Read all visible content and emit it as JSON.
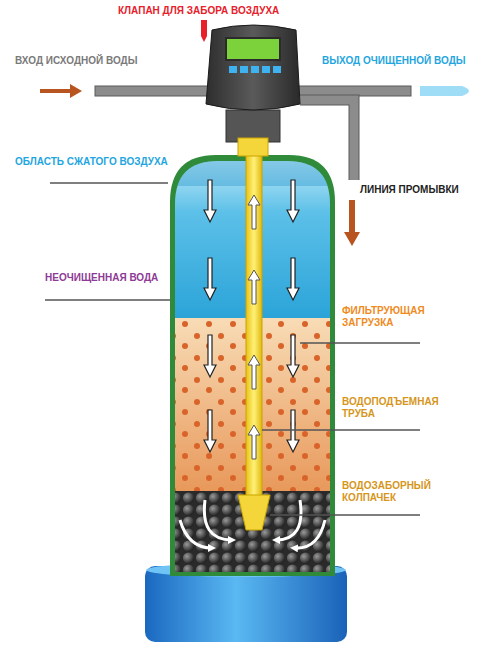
{
  "diagram": {
    "labels": [
      "КЛАПАН ДЛЯ ЗАБОРА ВОЗДУХА",
      "ВХОД ИСХОДНОЙ ВОДЫ",
      "ВЫХОД ОЧИЩЕННОЙ ВОДЫ",
      "ОБЛАСТЬ СЖАТОГО ВОЗДУХА",
      "ЛИНИЯ ПРОМЫВКИ",
      "НЕОЧИЩЕННАЯ ВОДА",
      "ФИЛЬТРУЮЩАЯ ЗАГРУЗКА",
      "ВОДОПОДЪЕМНАЯ ТРУБА",
      "ВОДОЗАБОРНЫЙ КОЛПАЧЕК"
    ]
  }
}
